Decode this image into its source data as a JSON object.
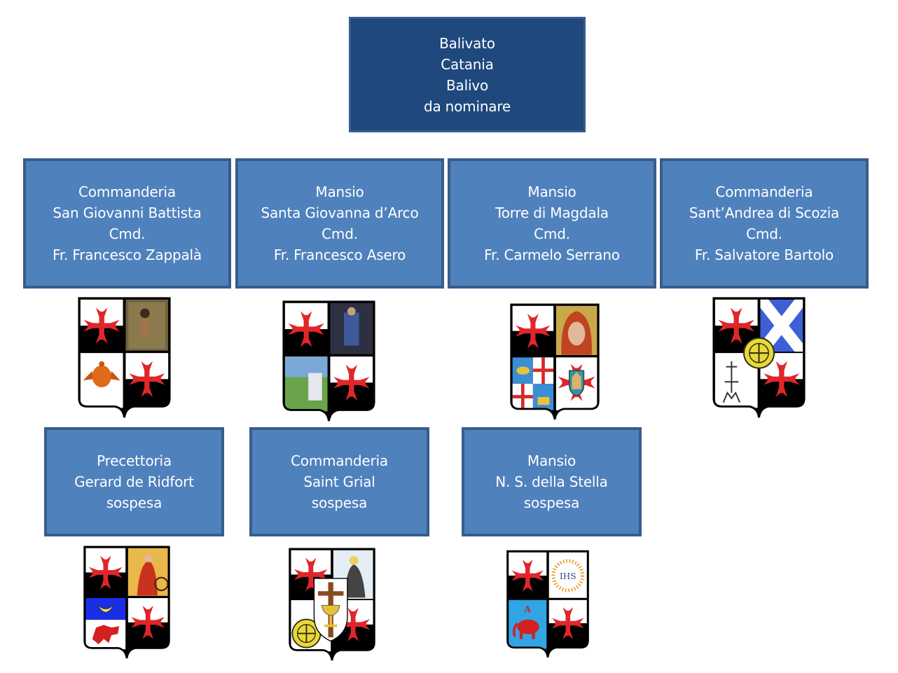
{
  "root": {
    "lines": [
      "Balivato",
      "Catania",
      "Balivo",
      "da nominare"
    ]
  },
  "units": [
    {
      "type": "Commanderia",
      "name": "San Giovanni Battista",
      "role": "Cmd.",
      "holder": "Fr. Francesco Zappalà",
      "crest": {
        "q2": "saint-john-painting-icon",
        "q3": "eagle-icon",
        "q3_color": "#e06a1a"
      }
    },
    {
      "type": "Mansio",
      "name": "Santa Giovanna d’Arco",
      "role": "Cmd.",
      "holder": "Fr. Francesco Asero",
      "crest": {
        "q2": "joan-of-arc-painting-icon",
        "q3": "landscape-tower-icon"
      }
    },
    {
      "type": "Mansio",
      "name": "Torre di Magdala",
      "role": "Cmd.",
      "holder": "Fr. Carmelo Serrano",
      "crest": {
        "q2": "madonna-icon",
        "q3": "quartered-arms-icon",
        "q4": "cross-with-shield-icon"
      }
    },
    {
      "type": "Commanderia",
      "name": "Sant’Andrea di Scozia",
      "role": "Cmd.",
      "holder": "Fr. Salvatore Bartolo",
      "crest": {
        "q2": "saltire-icon",
        "q3": "cross-on-mountain-icon",
        "center": "benedictine-medal-icon"
      }
    },
    {
      "type": "Precettoria",
      "name": "Gerard de Ridfort",
      "status": "sospesa",
      "crest": {
        "q2": "saint-catherine-painting-icon",
        "q3": "crescent-and-lion-icon"
      }
    },
    {
      "type": "Commanderia",
      "name": "Saint Grial",
      "status": "sospesa",
      "crest": {
        "q2": "saint-monk-icon",
        "q3": "benedictine-medal-icon",
        "center": "grail-cross-icon"
      }
    },
    {
      "type": "Mansio",
      "name": "N. S. della Stella",
      "status": "sospesa",
      "crest": {
        "q2": "ihs-sunburst-icon",
        "q3": "elephant-icon"
      }
    }
  ],
  "colors": {
    "root_fill": "#1f497d",
    "unit_fill": "#4f81bd",
    "border": "#385d8a",
    "cross_red": "#e0262b",
    "text": "#ffffff"
  }
}
